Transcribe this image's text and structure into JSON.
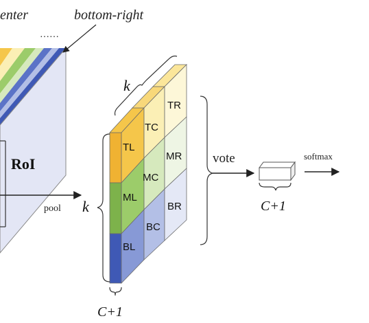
{
  "top_labels": {
    "center": "enter",
    "bottom_right": "bottom-right",
    "dots": "……"
  },
  "roi_label": "RoI",
  "pool_label": "pool",
  "k_top": "k",
  "k_left": "k",
  "c_plus_one_bottom": "C+1",
  "vote_label": "vote",
  "softmax_label": "softmax",
  "c_plus_one_right": "C+1",
  "cells": [
    "TL",
    "TC",
    "TR",
    "ML",
    "MC",
    "MR",
    "BL",
    "BC",
    "BR"
  ],
  "colors": {
    "yellow": "#f5c64a",
    "light_yellow": "#fbefb5",
    "pale_yellow": "#fdf7d8",
    "green": "#9ccc6a",
    "light_green": "#d6e9bd",
    "pale_green": "#eef5e4",
    "blue": "#5b73c7",
    "light_blue": "#b3bfe6",
    "pale_blue": "#e4e8f6",
    "roi_face": "#e3e6f5"
  }
}
